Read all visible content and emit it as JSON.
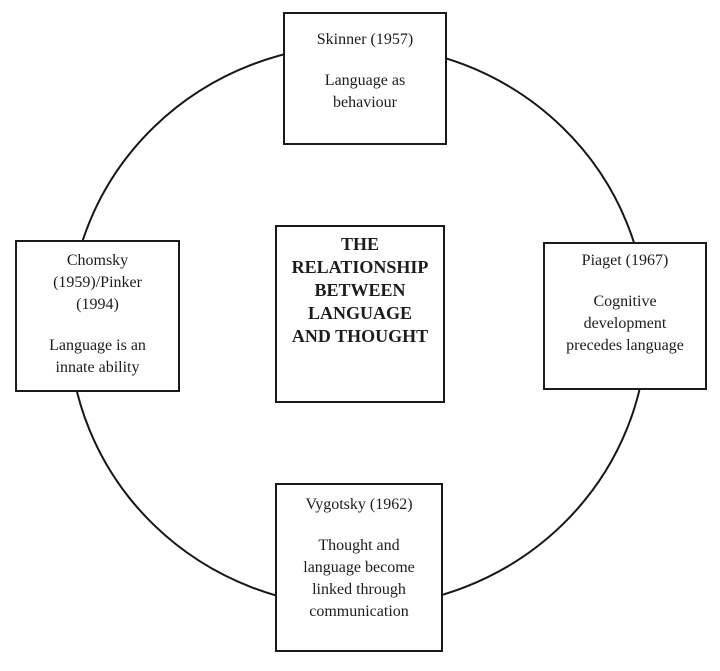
{
  "diagram": {
    "center": {
      "title": "THE\nRELATIONSHIP\nBETWEEN\nLANGUAGE\nAND THOUGHT"
    },
    "top": {
      "title": "Skinner (1957)",
      "body": "Language as\nbehaviour"
    },
    "left": {
      "title": "Chomsky\n(1959)/Pinker\n(1994)",
      "body": "Language is an\ninnate ability"
    },
    "right": {
      "title": "Piaget (1967)",
      "body": "Cognitive\ndevelopment\nprecedes language"
    },
    "bottom": {
      "title": "Vygotsky (1962)",
      "body": "Thought and\nlanguage become\nlinked through\ncommunication"
    }
  },
  "colors": {
    "circle_stroke": "#161616",
    "box_border": "#1a1a1a",
    "box_background": "#ffffff",
    "text": "#1c1c1c",
    "page_background": "#ffffff"
  }
}
